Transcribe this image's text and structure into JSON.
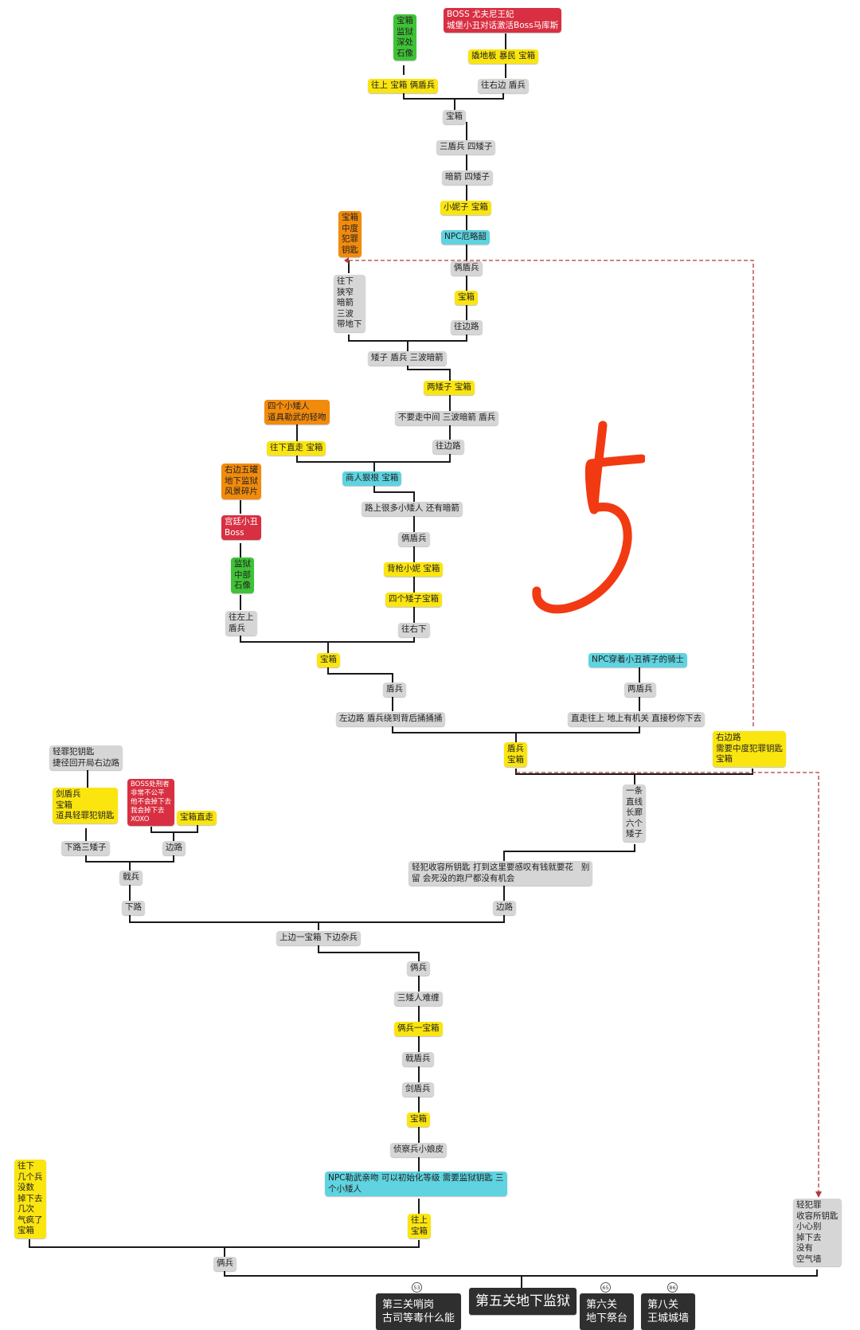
{
  "colors": {
    "gray": "#d6d6d6",
    "yellow": "#fbe50f",
    "green": "#3fc236",
    "orange": "#f28b0c",
    "red": "#d83042",
    "cyan": "#5fd3e0",
    "dark": "#2f2f2f",
    "line": "#1a1a1a",
    "dashed": "#b23a3a",
    "scribble": "#f23a12"
  },
  "nodes": {
    "boss_top": "BOSS 尤夫尼王妃\n城堡小丑对话激活Boss马库斯",
    "green_top": "宝箱\n监狱\n深处\n石像",
    "r_floor": "撬地板 暴民 宝箱",
    "up_chest": "往上 宝箱 俩盾兵",
    "right_shield": "往右边 盾兵",
    "chest_1": "宝箱",
    "three_shield": "三盾兵 四矮子",
    "arrow_four": "暗箭 四矮子",
    "nini_chest": "小妮子 宝箱",
    "npc_e": "NPC厄略韶",
    "orange_key": "宝箱\n中度\n犯罪\n钥匙",
    "two_shield_1": "俩盾兵",
    "down_narrow": "往下\n狭窄\n暗箭\n三波\n带地下",
    "chest_2": "宝箱",
    "to_side_1": "往边路",
    "dwarf_shield": "矮子 盾兵 三波暗箭",
    "two_dwarf_chest": "两矮子 宝箱",
    "dont_middle": "不要走中间 三波暗箭 盾兵",
    "orange_four": "四个小矮人\n道具勒武的轻吻",
    "down_straight": "往下直走 宝箱",
    "to_side_2": "往边路",
    "merchant": "商人狠根 宝箱",
    "road_many": "路上很多小矮人 还有暗箭",
    "two_shield_2": "俩盾兵",
    "gun_nini": "背枪小妮 宝箱",
    "four_dwarf": "四个矮子宝箱",
    "to_right_down": "往右下",
    "orange_right": "右边五罐\n地下监狱\n风景碎片",
    "jester_boss": "宫廷小丑\nBoss",
    "green_mid": "监狱\n中部\n石像",
    "left_up": "往左上\n盾兵",
    "chest_3": "宝箱",
    "npc_knight": "NPC穿着小丑裤子的骑士",
    "shield_1": "盾兵",
    "two_shield_3": "两盾兵",
    "left_road": "左边路 盾兵绕到背后捅捅捅",
    "straight_up": "直走往上 地上有机关 直接秒你下去",
    "shield_chest": "盾兵\n宝箱",
    "right_road": "右边路\n需要中度犯罪钥匙\n宝箱",
    "light_key": "轻罪犯钥匙\n捷径回开局右边路",
    "sword_shield": "剑盾兵\n宝箱\n道具轻罪犯钥匙",
    "boss_unfair": "BOSS处刑者\n非常不公平\n他不会掉下去\n我会掉下去\nXOXO",
    "chest_straight": "宝箱直走",
    "straight_corridor": "一条\n直线\n长廊\n六个\n矮子",
    "down_three": "下路三矮子",
    "side_1": "边路",
    "light_prison": "轻犯收容所钥匙 打到这里要感叹有钱就要花   别\n留 会死没的跑尸都没有机会",
    "halberd": "戟兵",
    "down_road": "下路",
    "side_2": "边路",
    "upper_chest": "上边一宝箱 下边杂兵",
    "two_soldier": "俩兵",
    "three_dwarf": "三矮人难缠",
    "two_soldier_chest": "俩兵一宝箱",
    "halberd_shield": "戟盾兵",
    "sword_shield_2": "剑盾兵",
    "chest_4": "宝箱",
    "scout": "侦察兵小娘皮",
    "npc_lewu": "NPC勒武亲吻 可以初始化等级 需要监狱钥匙 三\n个小矮人",
    "up_chest_2": "往上\n宝箱",
    "down_few": "往下\n几个兵\n没数\n掉下去\n几次\n气疯了\n宝箱",
    "two_soldier_2": "俩兵",
    "light_prison_right": "轻犯罪\n收容所钥匙\n小心别\n掉下去\n没有\n空气墙",
    "stage3": "第三关哨岗\n古司等毒什么能",
    "stage5": "第五关地下监狱",
    "stage6": "第六关\n地下祭台",
    "stage8": "第八关\n王城城墙"
  },
  "badges": {
    "b53": "53",
    "b65": "65",
    "b86": "86"
  }
}
